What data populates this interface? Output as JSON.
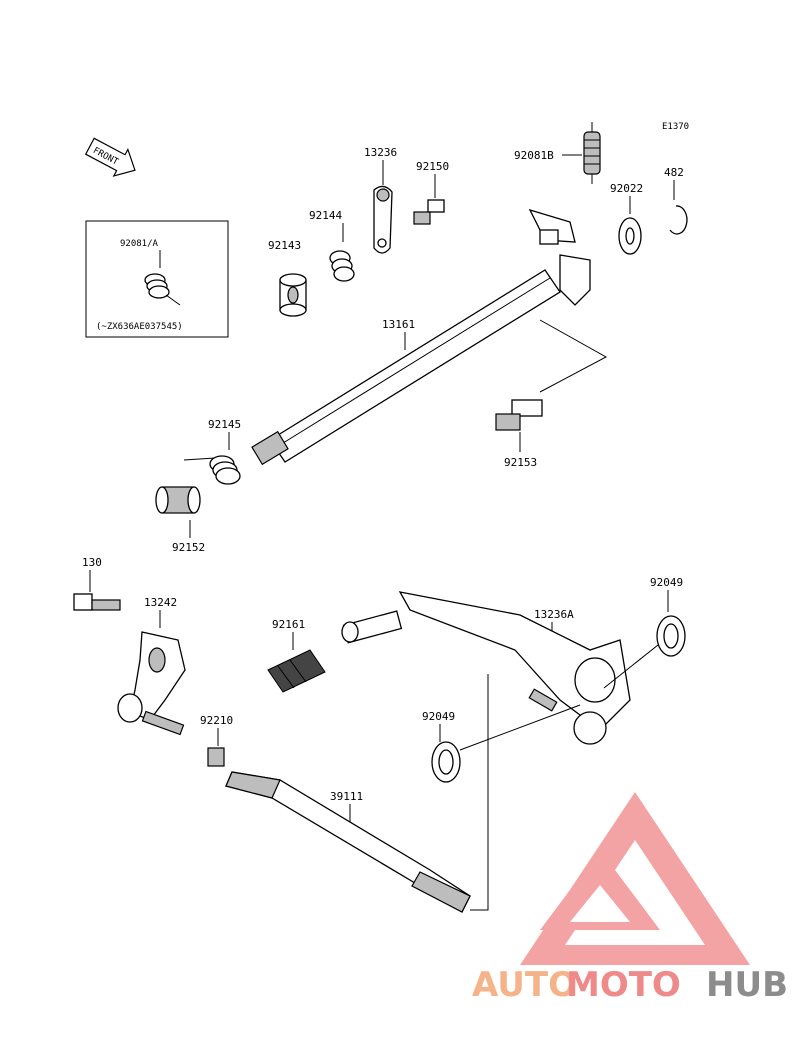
{
  "diagram": {
    "code": "E1370",
    "front_label": "FRONT",
    "inset": {
      "part": "92081/A",
      "note": "(~ZX636AE037545)"
    },
    "parts": {
      "p13236": "13236",
      "p92150": "92150",
      "p92081b": "92081B",
      "p92022": "92022",
      "p482": "482",
      "p92144": "92144",
      "p92143": "92143",
      "p13161": "13161",
      "p92145": "92145",
      "p92153": "92153",
      "p92152": "92152",
      "p130": "130",
      "p13242": "13242",
      "p92161": "92161",
      "p13236a": "13236A",
      "p92049a": "92049",
      "p92049b": "92049",
      "p92210": "92210",
      "p39111": "39111"
    }
  },
  "watermark": {
    "part1": "AUTO",
    "part2": "MOTO",
    "part3": "HUB",
    "color_light": "#f5b38a",
    "color_red": "#ef8a8a",
    "color_gray": "#8c8c8c"
  }
}
